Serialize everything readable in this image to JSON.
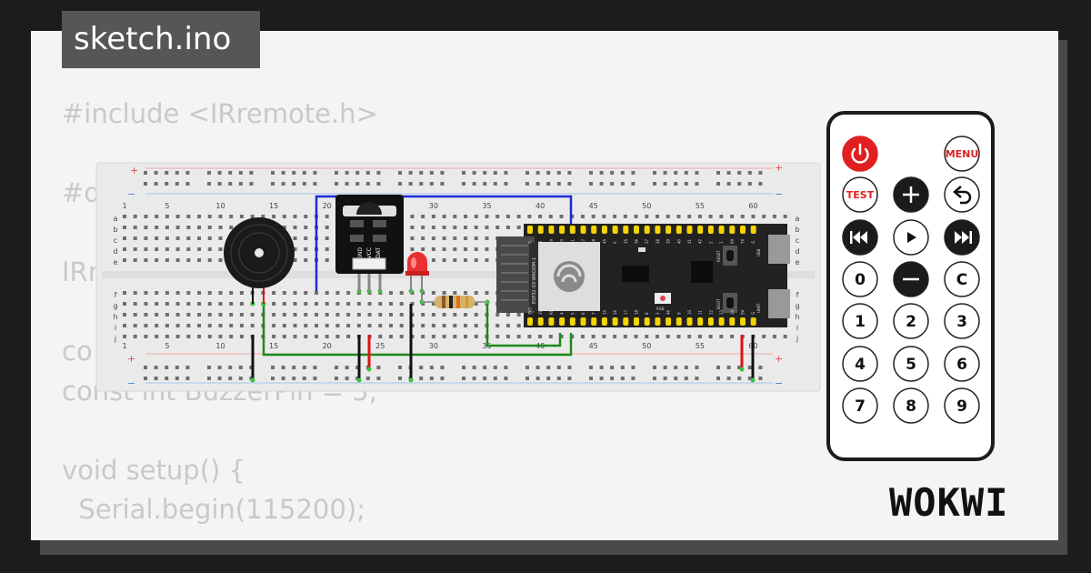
{
  "app": {
    "filename": "sketch.ino",
    "brand": "WOKWI"
  },
  "editor": {
    "code_lines": [
      "#include <IRremote.h>",
      "",
      "#d",
      "",
      "IRr",
      "",
      "co",
      "const int BuzzerPin = 5;",
      "",
      "void setup() {",
      "  Serial.begin(115200);"
    ]
  },
  "breadboard": {
    "rail_plus": "+",
    "rail_minus": "−",
    "column_numbers": [
      "1",
      "5",
      "10",
      "15",
      "20",
      "25",
      "30",
      "35",
      "40",
      "45",
      "50",
      "55",
      "60"
    ],
    "row_letters_top": [
      "a",
      "b",
      "c",
      "d",
      "e"
    ],
    "row_letters_bottom": [
      "f",
      "g",
      "h",
      "i",
      "j"
    ]
  },
  "ir_receiver": {
    "pins": [
      "GND",
      "VCC",
      "DAT"
    ]
  },
  "esp32": {
    "module_label": "ESP32-S3-WROOM-1",
    "button_labels": [
      "RESET",
      "BOOT"
    ],
    "led_label": "RGB",
    "usb_labels": [
      "USB",
      "UART"
    ],
    "top_pins": [
      "G",
      "G",
      "19",
      "20",
      "21",
      "47",
      "48",
      "45",
      "0",
      "35",
      "36",
      "37",
      "38",
      "39",
      "40",
      "41",
      "42",
      "2",
      "1",
      "RX",
      "TX",
      "G"
    ],
    "bottom_pins": [
      "3V3",
      "3V3",
      "RST",
      "4",
      "5",
      "6",
      "7",
      "15",
      "16",
      "17",
      "18",
      "8",
      "3",
      "46",
      "9",
      "10",
      "11",
      "12",
      "13",
      "14",
      "5V",
      "G"
    ]
  },
  "remote": {
    "buttons": [
      {
        "name": "power-button",
        "label": "",
        "icon": "power-icon"
      },
      {
        "name": "menu-button",
        "label": "MENU"
      },
      {
        "name": "test-button",
        "label": "TEST"
      },
      {
        "name": "plus-button",
        "label": "",
        "icon": "plus-icon"
      },
      {
        "name": "back-button",
        "label": "",
        "icon": "back-arrow-icon"
      },
      {
        "name": "rewind-button",
        "label": "",
        "icon": "rewind-icon"
      },
      {
        "name": "play-button",
        "label": "",
        "icon": "play-icon"
      },
      {
        "name": "forward-button",
        "label": "",
        "icon": "fast-forward-icon"
      },
      {
        "name": "digit-0-button",
        "label": "0"
      },
      {
        "name": "minus-button",
        "label": "",
        "icon": "minus-icon"
      },
      {
        "name": "c-button",
        "label": "C"
      },
      {
        "name": "digit-1-button",
        "label": "1"
      },
      {
        "name": "digit-2-button",
        "label": "2"
      },
      {
        "name": "digit-3-button",
        "label": "3"
      },
      {
        "name": "digit-4-button",
        "label": "4"
      },
      {
        "name": "digit-5-button",
        "label": "5"
      },
      {
        "name": "digit-6-button",
        "label": "6"
      },
      {
        "name": "digit-7-button",
        "label": "7"
      },
      {
        "name": "digit-8-button",
        "label": "8"
      },
      {
        "name": "digit-9-button",
        "label": "9"
      }
    ]
  },
  "colors": {
    "wire_blue": "#1a2bd6",
    "wire_green": "#1c8a1c",
    "wire_red": "#dd1111",
    "wire_black": "#111111",
    "power_red": "#e02020",
    "led_red": "#e83030"
  }
}
